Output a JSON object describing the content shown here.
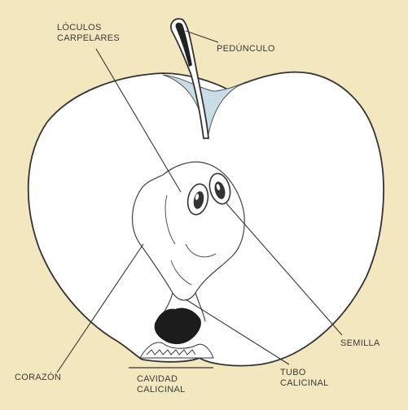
{
  "diagram": {
    "labels": {
      "loculos": [
        "LÓCULOS",
        "CARPELARES"
      ],
      "pedunculo": "PEDÚNCULO",
      "semilla": "SEMILLA",
      "corazon": "CORAZÓN",
      "cavidad": [
        "CAVIDAD",
        "CALICINAL"
      ],
      "tubo": [
        "TUBO",
        "CALICINAL"
      ]
    },
    "colors": {
      "background": "#f3e7bf",
      "flesh": "#ffffff",
      "outline": "#333333",
      "stem_cavity": "#c9dde6",
      "calyx": "#1c1c1c"
    }
  }
}
